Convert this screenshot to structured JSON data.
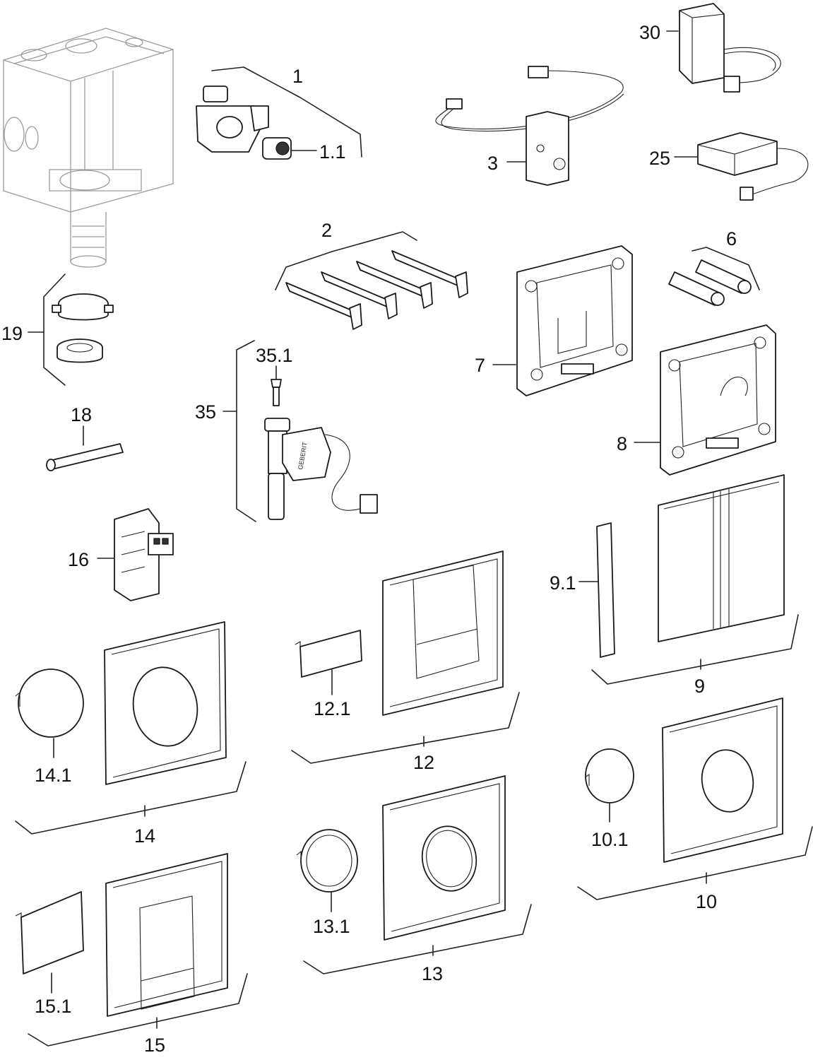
{
  "labels": {
    "l1": "1",
    "l1_1": "1.1",
    "l2": "2",
    "l3": "3",
    "l6": "6",
    "l7": "7",
    "l8": "8",
    "l9": "9",
    "l9_1": "9.1",
    "l10": "10",
    "l10_1": "10.1",
    "l12": "12",
    "l12_1": "12.1",
    "l13": "13",
    "l13_1": "13.1",
    "l14": "14",
    "l14_1": "14.1",
    "l15": "15",
    "l15_1": "15.1",
    "l16": "16",
    "l18": "18",
    "l19": "19",
    "l25": "25",
    "l30": "30",
    "l35": "35",
    "l35_1": "35.1"
  },
  "brand_mark": "GEBERIT"
}
